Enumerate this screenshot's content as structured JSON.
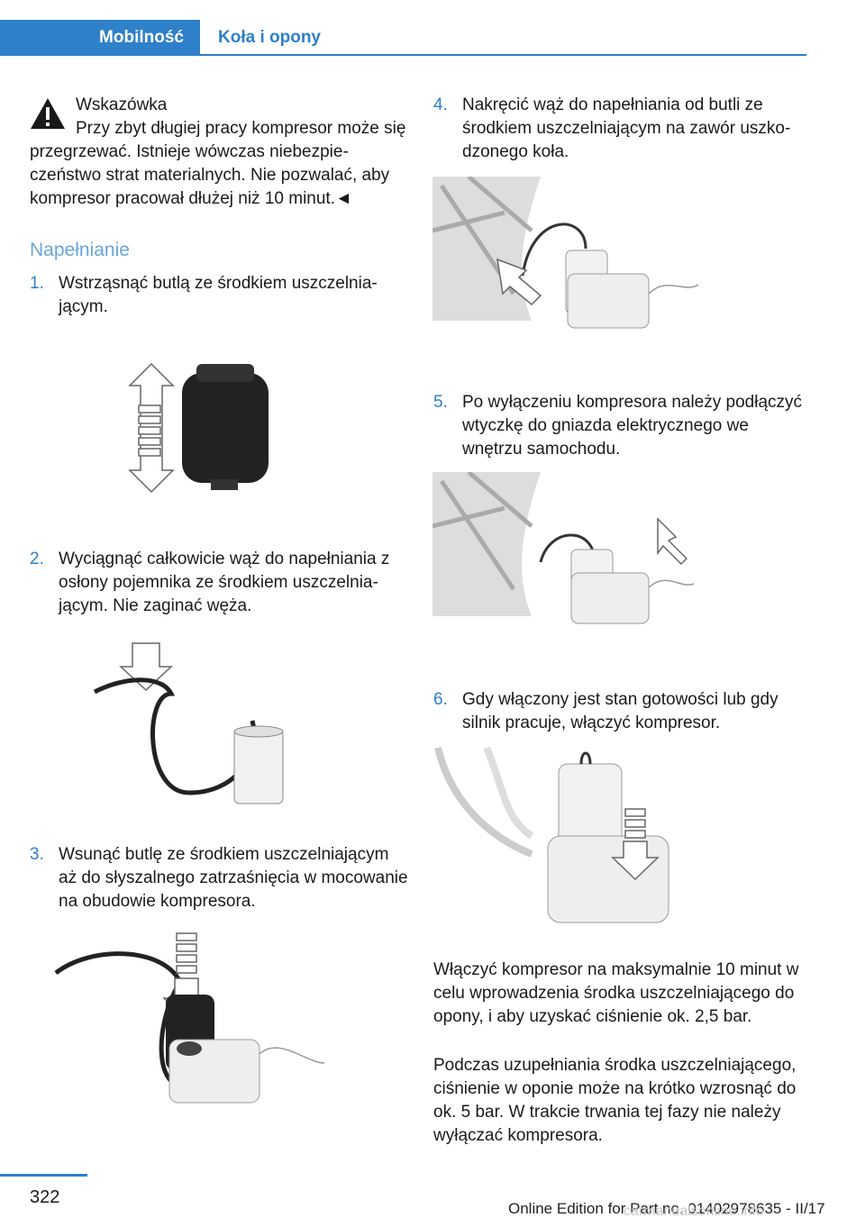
{
  "header": {
    "tab_active": "Mobilność",
    "tab_inactive": "Koła i opony"
  },
  "note": {
    "icon": "warning-triangle-icon",
    "title": "Wskazówka",
    "text": "Przy zbyt długiej pracy kompresor może się przegrzewać. Istnieje wówczas niebezpie­czeństwo strat materialnych. Nie pozwalać, aby kompresor pracował dłużej niż 10 minut.◄"
  },
  "section_heading": "Napełnianie",
  "steps": [
    {
      "num": "1.",
      "text": "Wstrząsnąć butlą ze środkiem uszczelnia­jącym."
    },
    {
      "num": "2.",
      "text": "Wyciągnąć całkowicie wąż do napełniania z osłony pojemnika ze środkiem uszczelnia­jącym. Nie zaginać węża."
    },
    {
      "num": "3.",
      "text": "Wsunąć butlę ze środkiem uszczelniającym aż do słyszalnego zatrzaśnięcia w mocowa­nie na obudowie kompresora."
    },
    {
      "num": "4.",
      "text": "Nakręcić wąż do napełniania od butli ze środkiem uszczelniającym na zawór uszko­dzonego koła."
    },
    {
      "num": "5.",
      "text": "Po wyłączeniu kompresora należy podłą­czyć wtyczkę do gniazda elektrycznego we wnętrzu samochodu."
    },
    {
      "num": "6.",
      "text": "Gdy włączony jest stan gotowości lub gdy silnik pracuje, włączyć kompresor."
    }
  ],
  "paragraphs": [
    "Włączyć kompresor na maksymalnie 10 minut w celu wprowadzenia środka uszczelniającego do opony, i aby uzyskać ciśnienie ok. 2,5 bar.",
    "Podczas uzupełniania środka uszczelniają­cego, ciśnienie w oponie może na krótko wzrosnąć do ok. 5 bar. W trakcie trwania tej fazy nie należy wyłączać kompresora."
  ],
  "footer": {
    "page_number": "322",
    "edition": "Online Edition for Part no. 01402978635 - II/17",
    "watermark": "carmanualsonline.info"
  },
  "colors": {
    "accent": "#2e80c9",
    "heading": "#6aa5d8"
  }
}
